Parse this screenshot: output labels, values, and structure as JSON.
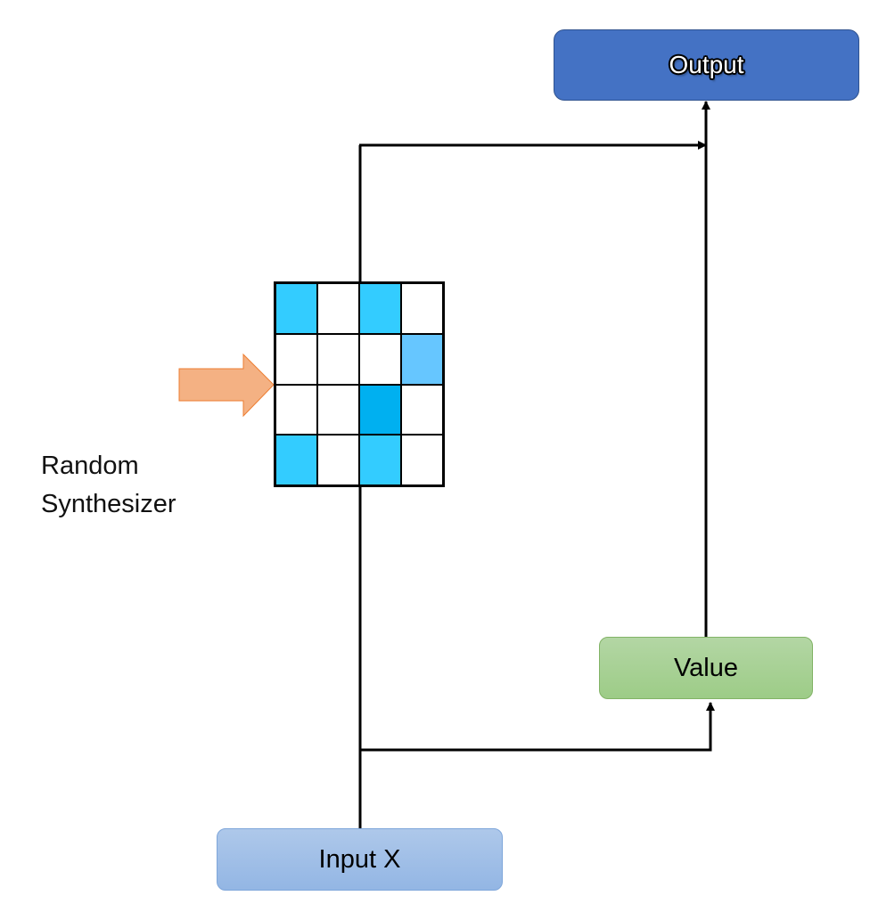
{
  "diagram": {
    "output_label": "Output",
    "value_label": "Value",
    "input_label": "Input X",
    "synth_label_line1": "Random",
    "synth_label_line2": "Synthesizer",
    "grid": {
      "rows": 4,
      "cols": 4,
      "cells": [
        [
          "#33ccff",
          "#ffffff",
          "#33ccff",
          "#ffffff"
        ],
        [
          "#ffffff",
          "#ffffff",
          "#ffffff",
          "#66c6ff"
        ],
        [
          "#ffffff",
          "#ffffff",
          "#00b0f0",
          "#ffffff"
        ],
        [
          "#33ccff",
          "#ffffff",
          "#33ccff",
          "#ffffff"
        ]
      ]
    },
    "colors": {
      "output_fill": "#4472c4",
      "value_fill": "#a9d18e",
      "input_fill": "#9dc3e6",
      "arrow_fill": "#f4b183",
      "arrow_stroke": "#ed7d31"
    },
    "connections": [
      {
        "from": "Input X",
        "to": "Value"
      },
      {
        "from": "Input X",
        "to": "Output",
        "via": "Random Synthesizer grid"
      },
      {
        "from": "Value",
        "to": "Output"
      }
    ]
  }
}
